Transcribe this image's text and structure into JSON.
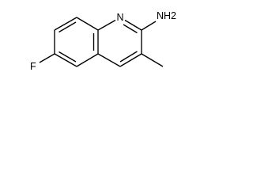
{
  "molecule": {
    "atoms": {
      "fluorine": "F",
      "ring_nitrogen": "N",
      "amine": "NH2"
    }
  }
}
